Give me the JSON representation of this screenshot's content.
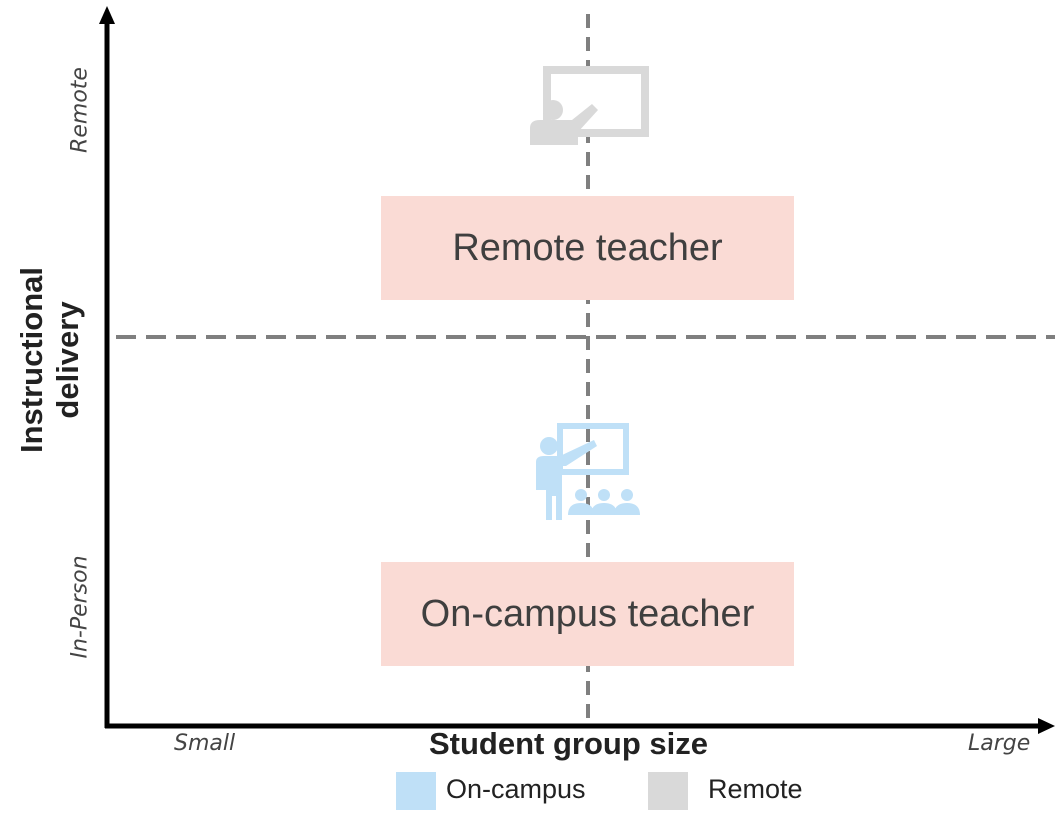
{
  "y_axis": {
    "title_lines": [
      "Instructional",
      "delivery"
    ],
    "top_label": "Remote",
    "bottom_label": "In-Person"
  },
  "x_axis": {
    "title": "Student group size",
    "left_label": "Small",
    "right_label": "Large"
  },
  "boxes": {
    "remote": "Remote teacher",
    "oncampus": "On-campus teacher"
  },
  "icons": {
    "remote": "remote-teacher-icon",
    "oncampus": "classroom-teacher-icon"
  },
  "legend": [
    {
      "label": "On-campus",
      "color": "#bfe0f7"
    },
    {
      "label": "Remote",
      "color": "#d9d9d9"
    }
  ],
  "colors": {
    "box_fill": "#fadbd5",
    "axis": "#000000",
    "divider": "#7f7f7f",
    "oncampus": "#bfe0f7",
    "remote": "#d9d9d9"
  }
}
